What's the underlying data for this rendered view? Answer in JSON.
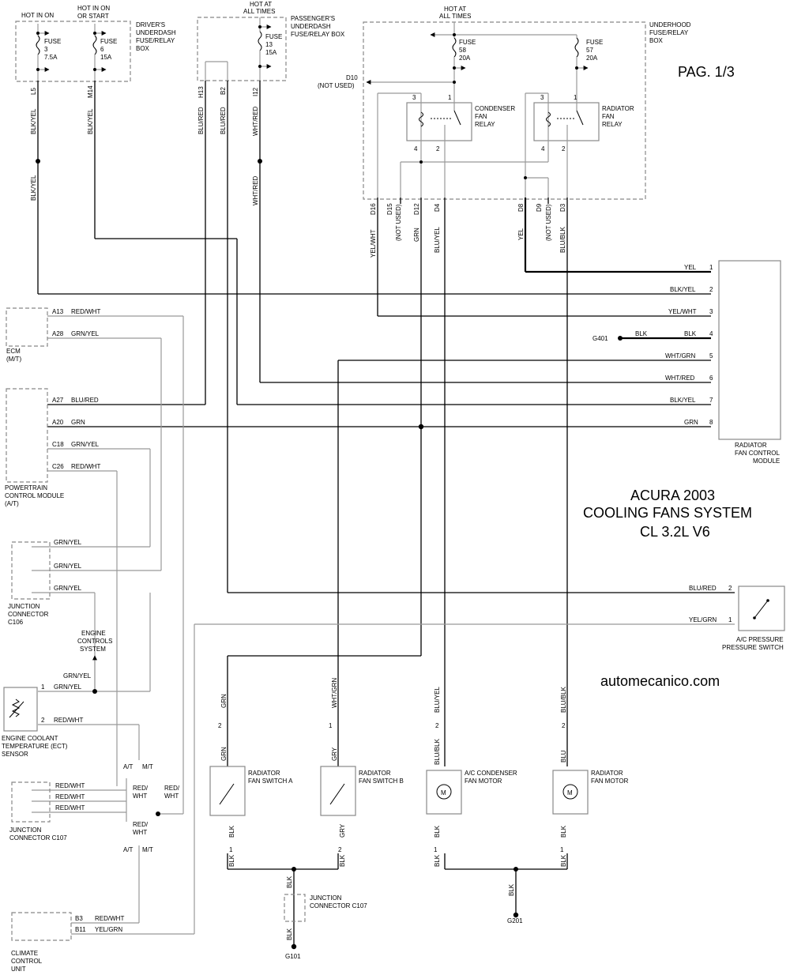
{
  "page": "PAG. 1/3",
  "title": {
    "line1": "ACURA 2003",
    "line2": "COOLING FANS SYSTEM",
    "line3": "CL 3.2L V6"
  },
  "site": "automecanico.com",
  "hot": {
    "in_on": "HOT IN ON",
    "in_on_start": [
      "HOT IN ON",
      "OR START"
    ],
    "at_all_times": [
      "HOT AT",
      "ALL TIMES"
    ]
  },
  "boxes": {
    "driver": [
      "DRIVER'S",
      "UNDERDASH",
      "FUSE/RELAY",
      "BOX"
    ],
    "passenger": [
      "PASSENGER'S",
      "UNDERDASH",
      "FUSE/RELAY BOX"
    ],
    "underhood": [
      "UNDERHOOD",
      "FUSE/RELAY",
      "BOX"
    ]
  },
  "fuses": [
    {
      "label": "FUSE",
      "num": "3",
      "amp": "7.5A"
    },
    {
      "label": "FUSE",
      "num": "6",
      "amp": "15A"
    },
    {
      "label": "FUSE",
      "num": "13",
      "amp": "15A"
    },
    {
      "label": "FUSE",
      "num": "58",
      "amp": "20A"
    },
    {
      "label": "FUSE",
      "num": "57",
      "amp": "20A"
    }
  ],
  "vterm": [
    "L5",
    "M14",
    "H13",
    "B2",
    "I12",
    "D16",
    "D15",
    "D12",
    "D4",
    "D8",
    "D9",
    "D3"
  ],
  "vnotused": [
    "(NOT USED)",
    "(NOT USED)"
  ],
  "d10": [
    "D10",
    "(NOT USED)"
  ],
  "vwire": [
    "BLK/YEL",
    "BLK/YEL",
    "BLK/YEL",
    "BLU/RED",
    "BLU/RED",
    "WHT/RED",
    "WHT/RED",
    "YEL/WHT",
    "GRN",
    "BLU/YEL",
    "YEL",
    "BLU/BLK"
  ],
  "relays": {
    "condenser": [
      "CONDENSER",
      "FAN",
      "RELAY"
    ],
    "radiator": [
      "RADIATOR",
      "FAN",
      "RELAY"
    ],
    "pins": [
      "3",
      "1",
      "4",
      "2"
    ]
  },
  "fcm": {
    "pins": [
      "1",
      "2",
      "3",
      "4",
      "5",
      "6",
      "7",
      "8"
    ],
    "wires": [
      "YEL",
      "BLK/YEL",
      "YEL/WHT",
      "BLK",
      "WHT/GRN",
      "WHT/RED",
      "BLK/YEL",
      "GRN"
    ],
    "label": [
      "RADIATOR",
      "FAN CONTROL",
      "MODULE"
    ]
  },
  "g401": {
    "name": "G401",
    "wire": "BLK"
  },
  "ecm": {
    "label": [
      "ECM",
      "(M/T)"
    ],
    "pins": [
      "A13",
      "A28"
    ],
    "wires": [
      "RED/WHT",
      "GRN/YEL"
    ]
  },
  "pcm": {
    "label": [
      "POWERTRAIN",
      "CONTROL MODULE",
      "(A/T)"
    ],
    "pins": [
      "A27",
      "A20",
      "C18",
      "C26"
    ],
    "wires": [
      "BLU/RED",
      "GRN",
      "GRN/YEL",
      "RED/WHT"
    ]
  },
  "c106": {
    "label": [
      "JUNCTION",
      "CONNECTOR",
      "C106"
    ],
    "wires": [
      "GRN/YEL",
      "GRN/YEL",
      "GRN/YEL"
    ]
  },
  "ecs": [
    "ENGINE",
    "CONTROLS",
    "SYSTEM"
  ],
  "ect": {
    "label": [
      "ENGINE COOLANT",
      "TEMPERATURE (ECT)",
      "SENSOR"
    ],
    "pins": [
      "1",
      "2"
    ],
    "wires": [
      "GRN/YEL",
      "GRN/YEL",
      "RED/WHT"
    ]
  },
  "c107a": {
    "label": [
      "JUNCTION",
      "CONNECTOR C107"
    ],
    "wires": [
      "RED/WHT",
      "RED/WHT",
      "RED/WHT"
    ]
  },
  "at_mt": [
    "A/T",
    "M/T",
    "A/T",
    "M/T"
  ],
  "redwht": [
    "RED/",
    "WHT",
    "RED/",
    "WHT",
    "RED/",
    "WHT"
  ],
  "climate": {
    "label": [
      "CLIMATE",
      "CONTROL",
      "UNIT"
    ],
    "pins": [
      "B3",
      "B11"
    ],
    "wires": [
      "RED/WHT",
      "YEL/GRN"
    ]
  },
  "acps": {
    "label": [
      "A/C PRESSURE",
      "PRESSURE SWITCH"
    ],
    "pins": [
      "2",
      "1"
    ],
    "wires": [
      "BLU/RED",
      "YEL/GRN"
    ]
  },
  "switches": {
    "a": [
      "RADIATOR",
      "FAN SWITCH A"
    ],
    "b": [
      "RADIATOR",
      "FAN SWITCH B"
    ]
  },
  "motors": {
    "acc": [
      "A/C CONDENSER",
      "FAN MOTOR"
    ],
    "rad": [
      "RADIATOR",
      "FAN MOTOR"
    ],
    "symbol": "M"
  },
  "bot": {
    "pins_top": [
      "2",
      "1",
      "2",
      "2"
    ],
    "wires_top": [
      "GRN",
      "WHT/GRN",
      "BLU/YEL",
      "BLU/BLK"
    ],
    "wires_mid": [
      "GRN",
      "GRY",
      "BLU/BLK",
      "BLU"
    ],
    "wires_low": [
      "BLK",
      "GRY",
      "BLK",
      "BLK"
    ],
    "pins_low": [
      "1",
      "2",
      "1",
      "1"
    ],
    "wires_bus": [
      "BLK",
      "BLK",
      "BLK",
      "BLK"
    ],
    "gnd_wire": [
      "BLK",
      "BLK",
      "BLK"
    ]
  },
  "c107b": [
    "JUNCTION",
    "CONNECTOR C107"
  ],
  "grounds": [
    "G101",
    "G201"
  ]
}
